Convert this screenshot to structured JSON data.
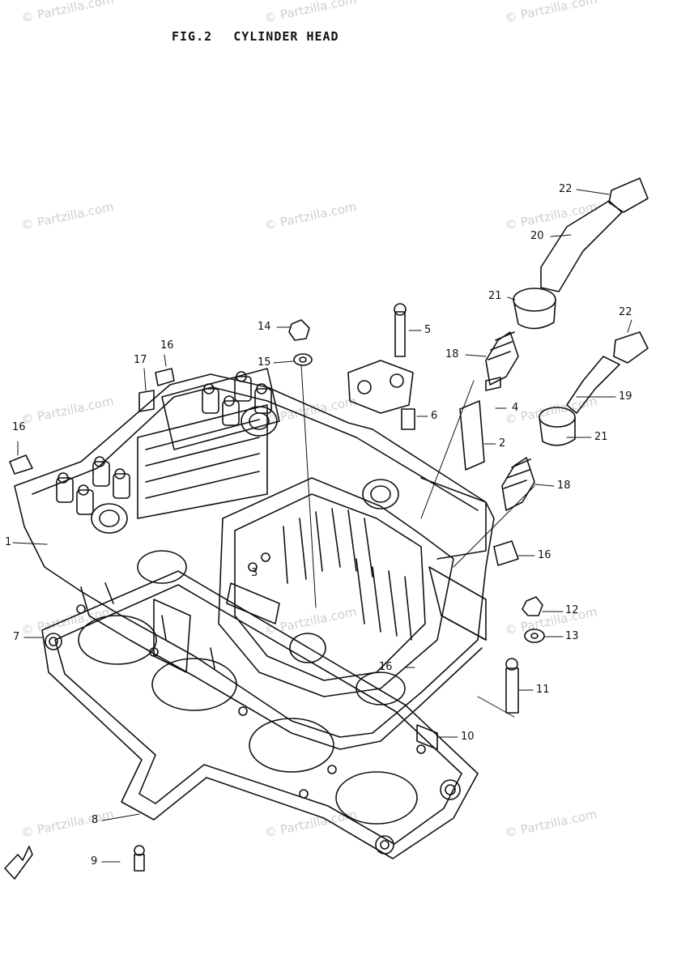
{
  "figure": {
    "number": "FIG.2",
    "title": "CYLINDER HEAD"
  },
  "watermark": "© Partzilla.com",
  "callouts": [
    "22",
    "20",
    "21",
    "14",
    "5",
    "18",
    "4",
    "6",
    "2",
    "15",
    "16",
    "17",
    "16",
    "1",
    "7",
    "8",
    "9",
    "16",
    "12",
    "13",
    "11",
    "10",
    "16",
    "21",
    "19",
    "22",
    "18",
    "3"
  ],
  "colors": {
    "line": "#111111",
    "watermark": "#cfcfcf",
    "background": "#ffffff"
  }
}
